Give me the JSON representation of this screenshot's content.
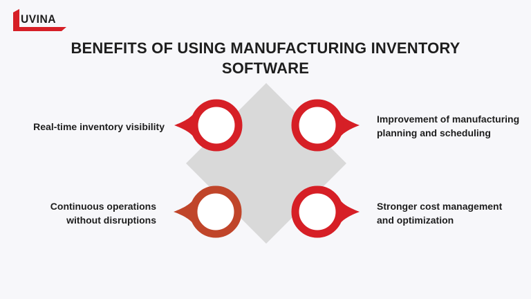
{
  "logo": {
    "brand": "UVINA",
    "accent_color": "#d61f26",
    "text_color": "#1d1d1d"
  },
  "title": {
    "line1": "BENEFITS OF USING MANUFACTURING INVENTORY",
    "line2": "SOFTWARE"
  },
  "benefits": [
    {
      "position": "top-left",
      "line1": "Real-time inventory visibility",
      "line2": "",
      "ring_color": "#d61f26"
    },
    {
      "position": "top-right",
      "line1": "Improvement of manufacturing",
      "line2": "planning and scheduling",
      "ring_color": "#d61f26"
    },
    {
      "position": "bottom-left",
      "line1": "Continuous operations",
      "line2": "without disruptions",
      "ring_color": "#c0452a"
    },
    {
      "position": "bottom-right",
      "line1": "Stronger cost management",
      "line2": "and optimization",
      "ring_color": "#d61f26"
    }
  ],
  "colors": {
    "background": "#f7f7fa",
    "diamond": "#d9d9d9",
    "red": "#d61f26",
    "rust": "#c0452a",
    "text": "#1d1d1d"
  }
}
